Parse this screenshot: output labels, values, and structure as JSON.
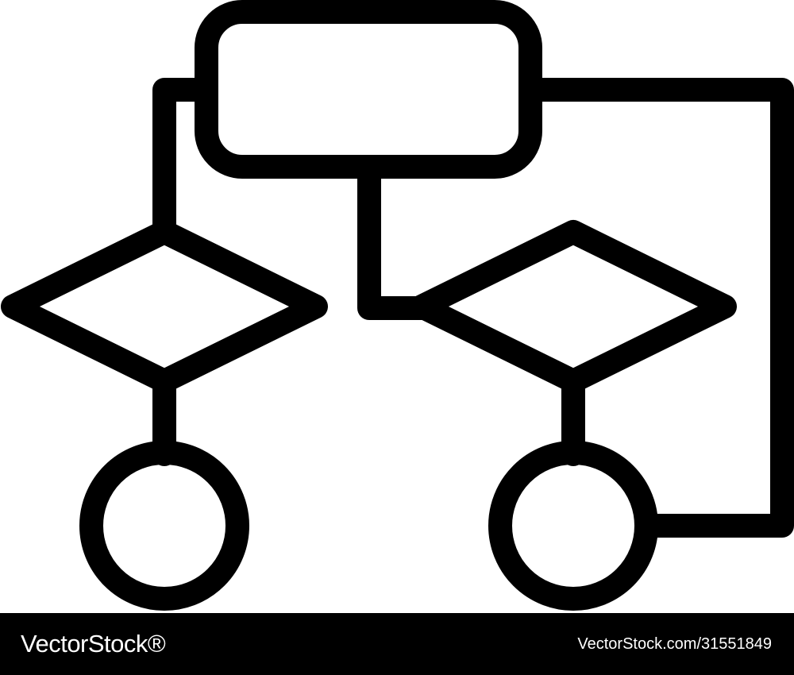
{
  "colors": {
    "stroke": "#000000",
    "background": "#ffffff",
    "footer_background": "#000000",
    "footer_text": "#ffffff"
  },
  "diagram": {
    "nodes": [
      {
        "id": "top-process",
        "shape": "rounded-rectangle",
        "text": ""
      },
      {
        "id": "left-decision",
        "shape": "diamond",
        "text": ""
      },
      {
        "id": "right-decision",
        "shape": "diamond",
        "text": ""
      },
      {
        "id": "left-terminal",
        "shape": "circle",
        "text": ""
      },
      {
        "id": "right-terminal",
        "shape": "circle",
        "text": ""
      }
    ],
    "edges": [
      {
        "from": "top-process",
        "to": "left-decision"
      },
      {
        "from": "top-process",
        "to": "right-decision"
      },
      {
        "from": "left-decision",
        "to": "left-terminal"
      },
      {
        "from": "right-decision",
        "to": "right-terminal"
      },
      {
        "from": "top-process",
        "to": "right-terminal"
      }
    ]
  },
  "footer": {
    "brand": "VectorStock®",
    "image_id": "VectorStock.com/31551849"
  }
}
